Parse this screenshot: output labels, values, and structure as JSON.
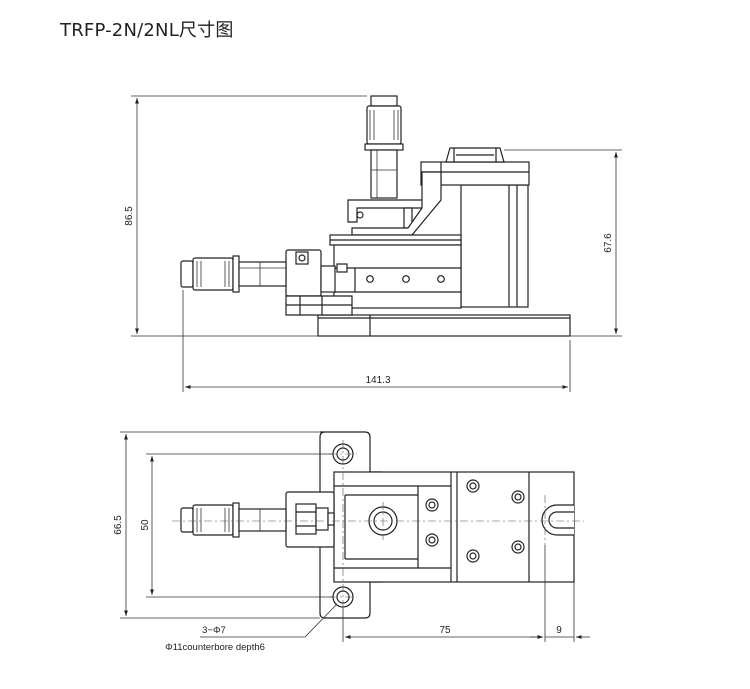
{
  "title": "TRFP-2N/2NL尺寸图",
  "top_view": {
    "dim_height_total": "86.5",
    "dim_height_body": "67.6",
    "dim_width_total": "141.3"
  },
  "plan_view": {
    "dim_height_total": "66.5",
    "dim_hole_spacing": "50",
    "dim_length": "75",
    "dim_slot": "9",
    "note_holes": "3−Φ7",
    "note_counterbore": "Φ11counterbore depth6"
  }
}
